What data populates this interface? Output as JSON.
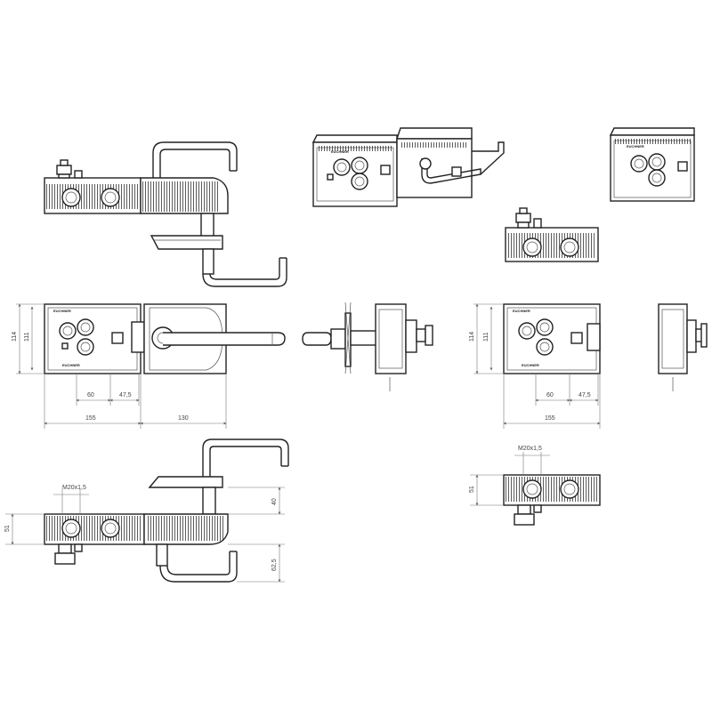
{
  "dimensions": {
    "front": {
      "height_outer": "114",
      "height_inner": "111",
      "spacing_a": "60",
      "spacing_b": "47,5",
      "width_left": "155",
      "width_right": "130"
    },
    "front_small": {
      "height_outer": "114",
      "height_inner": "111",
      "spacing_a": "60",
      "spacing_b": "47,5",
      "width_left": "155"
    },
    "bottom": {
      "thread": "M20x1,5",
      "height": "51",
      "handle_up": "40",
      "handle_down": "62,5"
    },
    "bottom_small": {
      "thread": "M20x1,5",
      "height": "51"
    }
  },
  "labels": {
    "brand": "EUCHNER",
    "brand_rot": "EUCHNER"
  },
  "colors": {
    "line": "#222222",
    "dimension": "#777777",
    "background": "#ffffff"
  }
}
